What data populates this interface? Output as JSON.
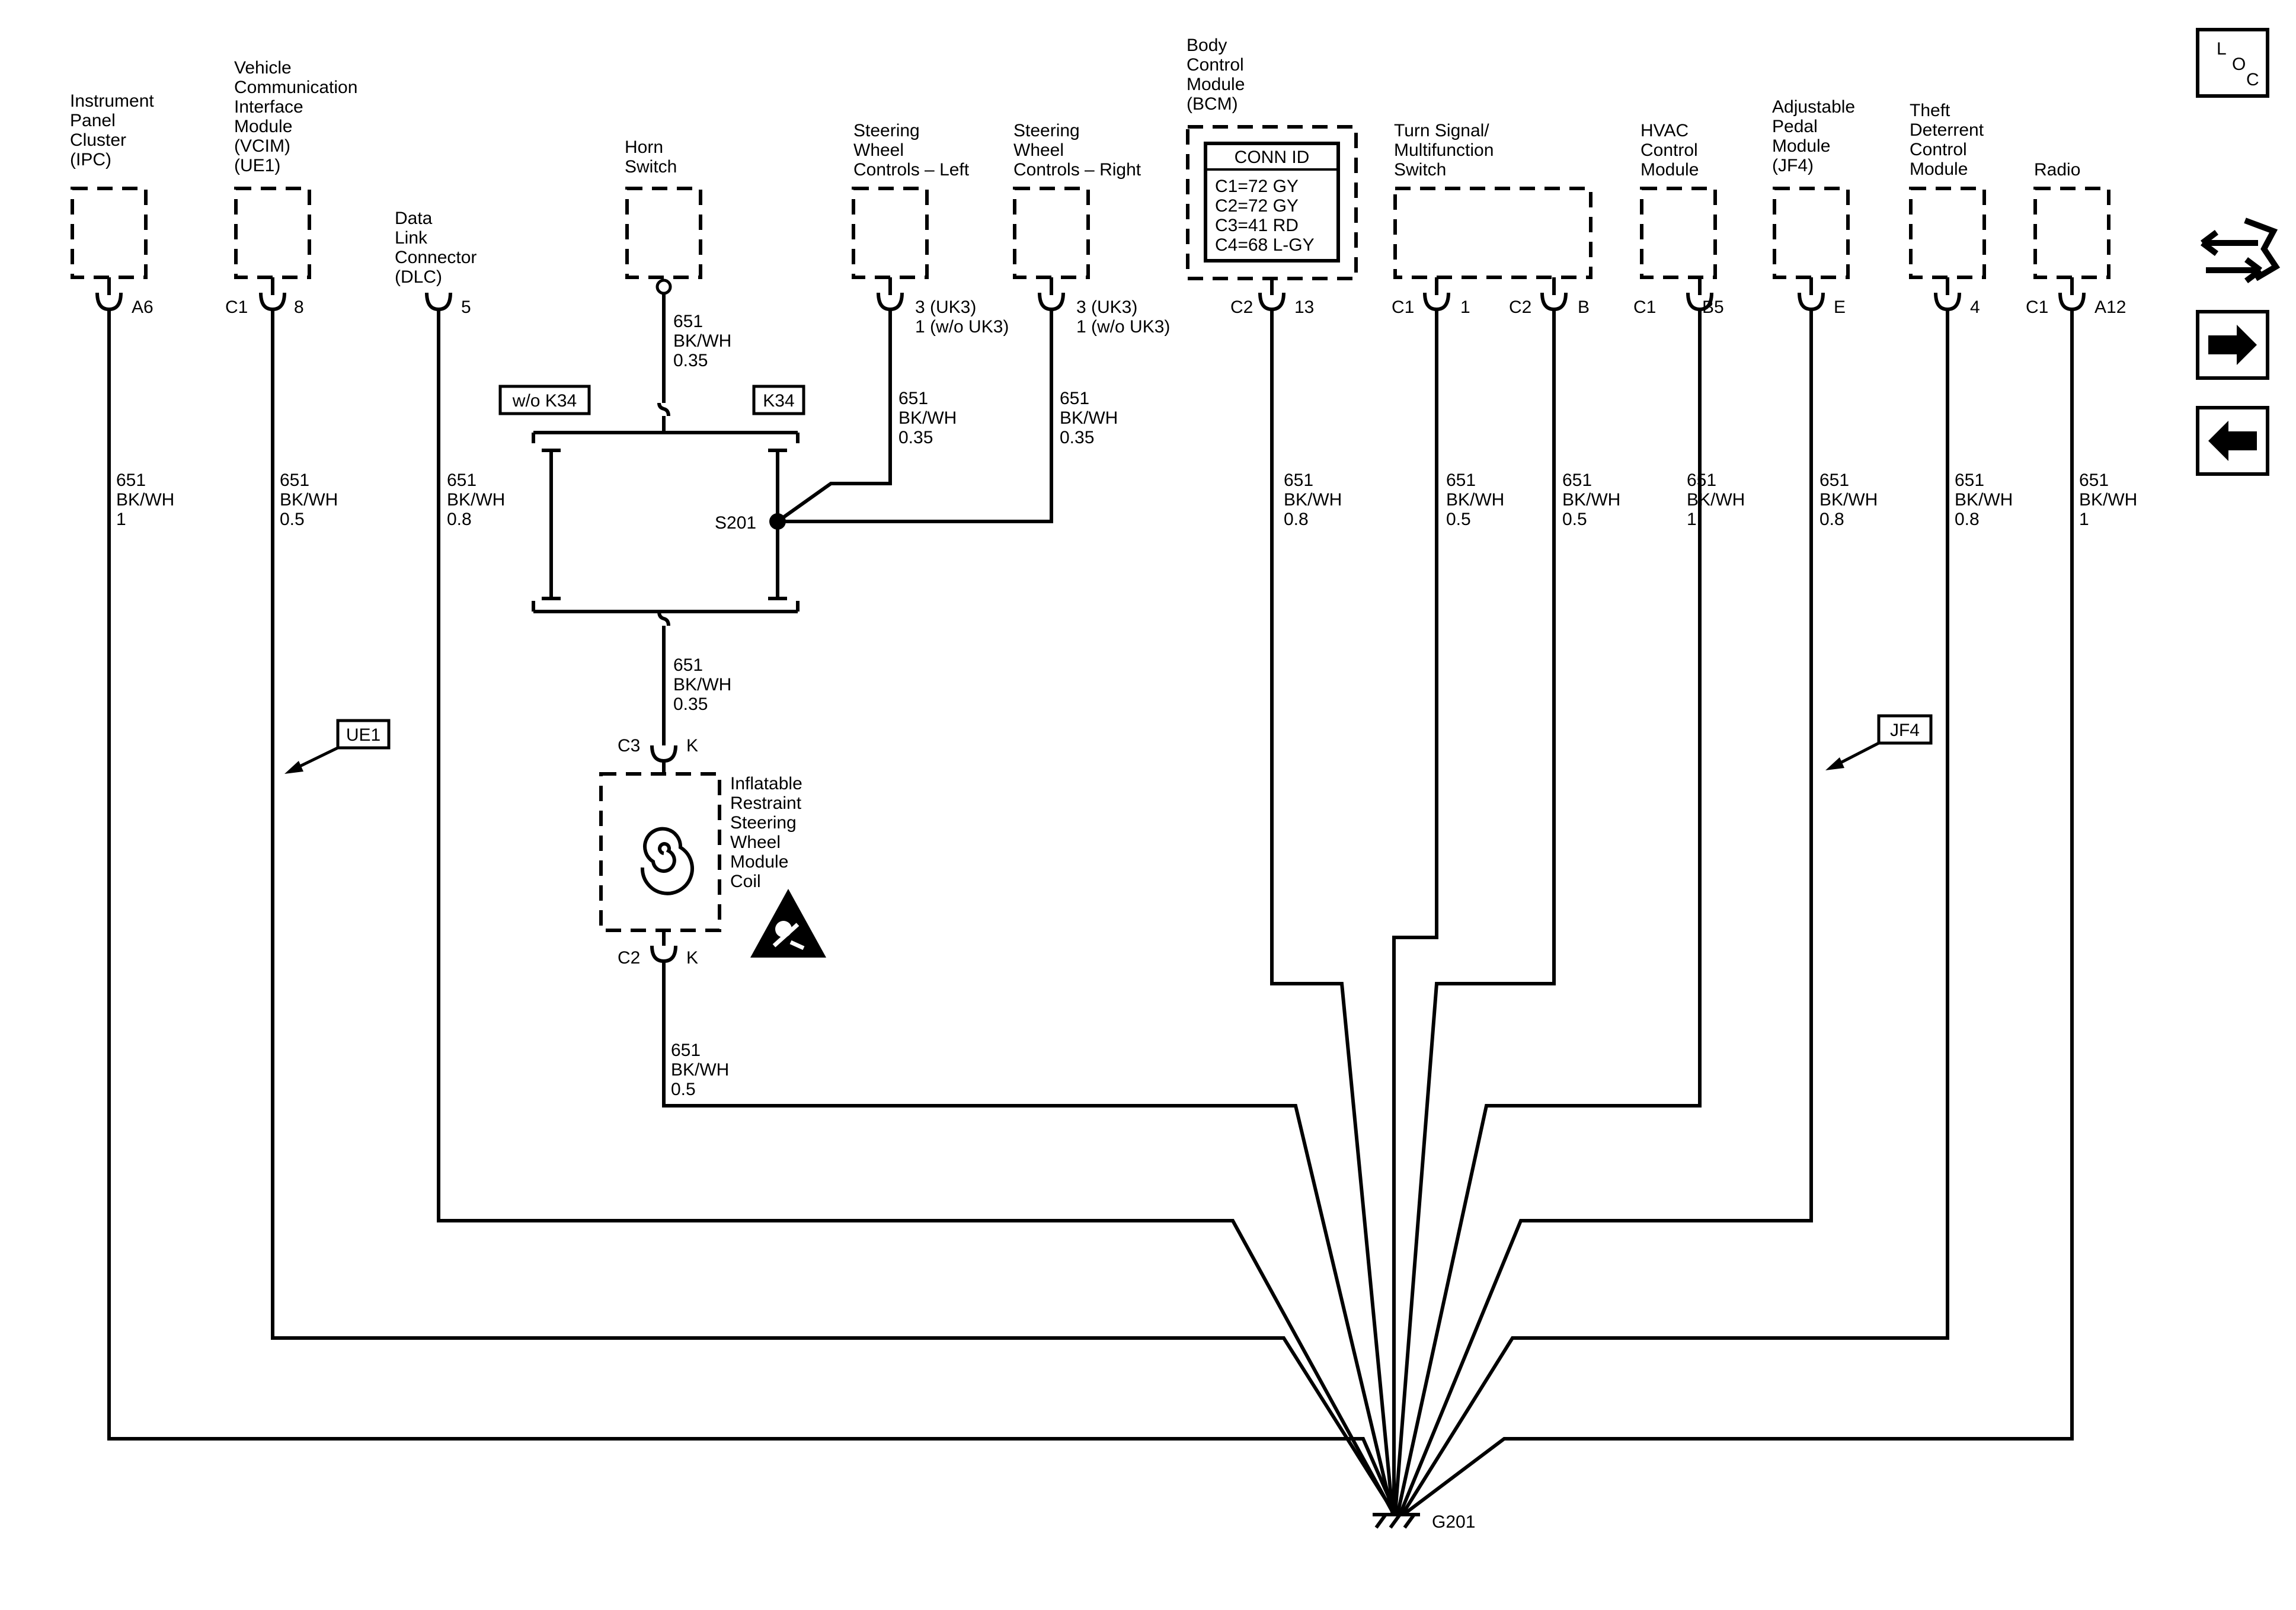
{
  "components": {
    "ipc": {
      "label": [
        "Instrument",
        "Panel",
        "Cluster",
        "(IPC)"
      ],
      "pin": "A6"
    },
    "vcim": {
      "label": [
        "Vehicle",
        "Communication",
        "Interface",
        "Module",
        "(VCIM)",
        "(UE1)"
      ],
      "conn": "C1",
      "pin": "8"
    },
    "dlc": {
      "label": [
        "Data",
        "Link",
        "Connector",
        "(DLC)"
      ],
      "pin": "5"
    },
    "horn": {
      "label": [
        "Horn",
        "Switch"
      ]
    },
    "swc_left": {
      "label": [
        "Steering",
        "Wheel",
        "Controls – Left"
      ],
      "pin": [
        "3 (UK3)",
        "1 (w/o UK3)"
      ]
    },
    "swc_right": {
      "label": [
        "Steering",
        "Wheel",
        "Controls – Right"
      ],
      "pin": [
        "3 (UK3)",
        "1 (w/o UK3)"
      ]
    },
    "bcm": {
      "label": [
        "Body",
        "Control",
        "Module",
        "(BCM)"
      ],
      "conn": "C2",
      "pin": "13",
      "conn_id_title": "CONN ID",
      "conn_id_rows": [
        "C1=72 GY",
        "C2=72 GY",
        "C3=41 RD",
        "C4=68 L-GY"
      ]
    },
    "turn_signal": {
      "label": [
        "Turn Signal/",
        "Multifunction",
        "Switch"
      ],
      "conn1": "C1",
      "pin1": "1",
      "conn2": "C2",
      "pin2": "B"
    },
    "hvac": {
      "label": [
        "HVAC",
        "Control",
        "Module"
      ],
      "conn": "C1",
      "pin": "B5"
    },
    "pedal": {
      "label": [
        "Adjustable",
        "Pedal",
        "Module",
        "(JF4)"
      ],
      "pin": "E"
    },
    "theft": {
      "label": [
        "Theft",
        "Deterrent",
        "Control",
        "Module"
      ],
      "pin": "4"
    },
    "radio": {
      "label": [
        "Radio"
      ],
      "conn": "C1",
      "pin": "A12"
    },
    "coil": {
      "label": [
        "Inflatable",
        "Restraint",
        "Steering",
        "Wheel",
        "Module",
        "Coil"
      ],
      "top_conn": "C3",
      "top_pin": "K",
      "bottom_conn": "C2",
      "bottom_pin": "K"
    }
  },
  "wires": {
    "ipc": [
      "651",
      "BK/WH",
      "1"
    ],
    "vcim": [
      "651",
      "BK/WH",
      "0.5"
    ],
    "dlc": [
      "651",
      "BK/WH",
      "0.8"
    ],
    "horn": [
      "651",
      "BK/WH",
      "0.35"
    ],
    "swc_left": [
      "651",
      "BK/WH",
      "0.35"
    ],
    "swc_right": [
      "651",
      "BK/WH",
      "0.35"
    ],
    "coil_top": [
      "651",
      "BK/WH",
      "0.35"
    ],
    "coil_bottom": [
      "651",
      "BK/WH",
      "0.5"
    ],
    "bcm": [
      "651",
      "BK/WH",
      "0.8"
    ],
    "turn1": [
      "651",
      "BK/WH",
      "0.5"
    ],
    "turn2": [
      "651",
      "BK/WH",
      "0.5"
    ],
    "hvac": [
      "651",
      "BK/WH",
      "1"
    ],
    "pedal": [
      "651",
      "BK/WH",
      "0.8"
    ],
    "theft": [
      "651",
      "BK/WH",
      "0.8"
    ],
    "radio": [
      "651",
      "BK/WH",
      "1"
    ]
  },
  "options": {
    "without_k34": "w/o K34",
    "k34": "K34",
    "ue1": "UE1",
    "jf4": "JF4"
  },
  "splice": "S201",
  "ground": "G201",
  "nav": {
    "loc_l": "L",
    "loc_o": "O",
    "loc_c": "C"
  }
}
